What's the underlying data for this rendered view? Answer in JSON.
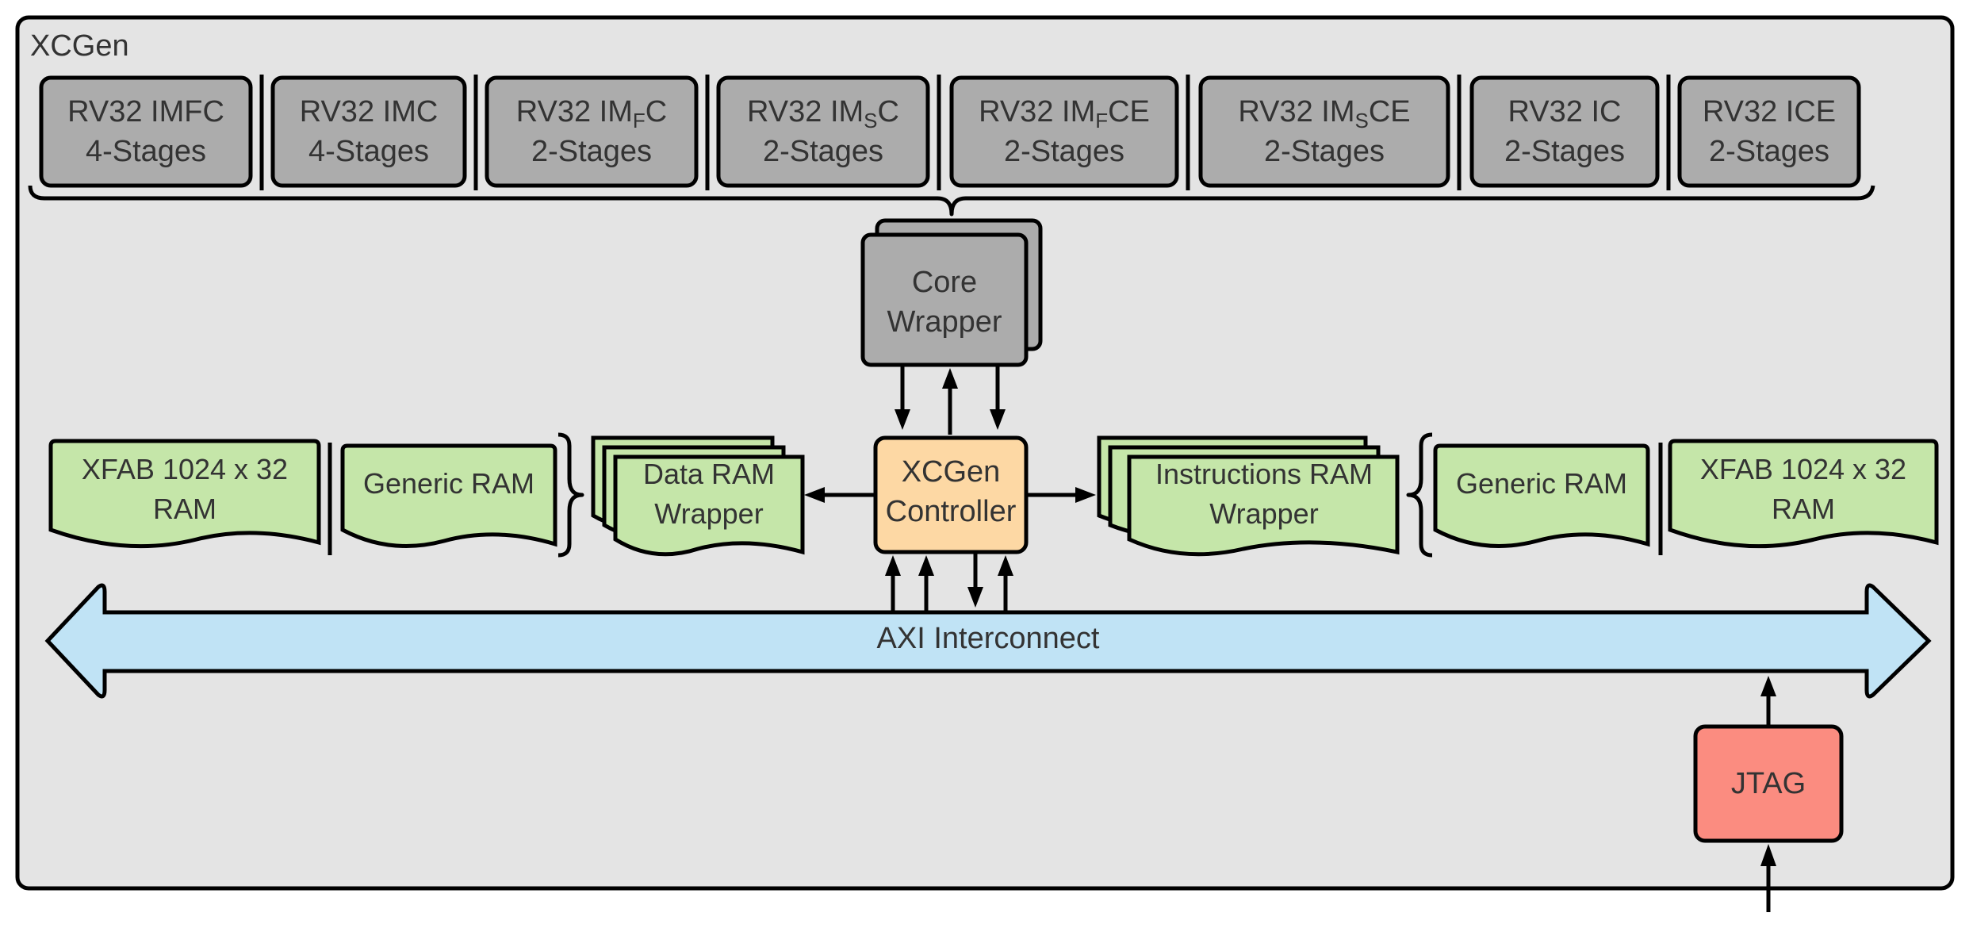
{
  "frame": {
    "title": "XCGen"
  },
  "cores": [
    {
      "main": "RV32 IMFC",
      "stages": "4-Stages"
    },
    {
      "main": "RV32 IMC",
      "stages": "4-Stages"
    },
    {
      "pre": "RV32 IM",
      "sub": "F",
      "post": "C",
      "stages": "2-Stages"
    },
    {
      "pre": "RV32 IM",
      "sub": "S",
      "post": "C",
      "stages": "2-Stages"
    },
    {
      "pre": "RV32 IM",
      "sub": "F",
      "post": "CE",
      "stages": "2-Stages"
    },
    {
      "pre": "RV32 IM",
      "sub": "S",
      "post": "CE",
      "stages": "2-Stages"
    },
    {
      "main": "RV32 IC",
      "stages": "2-Stages"
    },
    {
      "main": "RV32 ICE",
      "stages": "2-Stages"
    }
  ],
  "core_wrapper": {
    "line1": "Core",
    "line2": "Wrapper"
  },
  "controller": {
    "line1": "XCGen",
    "line2": "Controller"
  },
  "data_side": {
    "xfab": {
      "line1": "XFAB 1024 x 32",
      "line2": "RAM"
    },
    "generic": "Generic RAM",
    "wrapper": {
      "line1": "Data RAM",
      "line2": "Wrapper"
    }
  },
  "instr_side": {
    "wrapper": {
      "line1": "Instructions RAM",
      "line2": "Wrapper"
    },
    "generic": "Generic RAM",
    "xfab": {
      "line1": "XFAB 1024 x 32",
      "line2": "RAM"
    }
  },
  "axi": {
    "label": "AXI Interconnect"
  },
  "jtag": {
    "label": "JTAG"
  },
  "colors": {
    "frame": "#e4e4e4",
    "core": "#acacac",
    "ram": "#c5e6a9",
    "controller": "#fdd8a4",
    "axi": "#c0e3f5",
    "jtag": "#fb8c80"
  }
}
